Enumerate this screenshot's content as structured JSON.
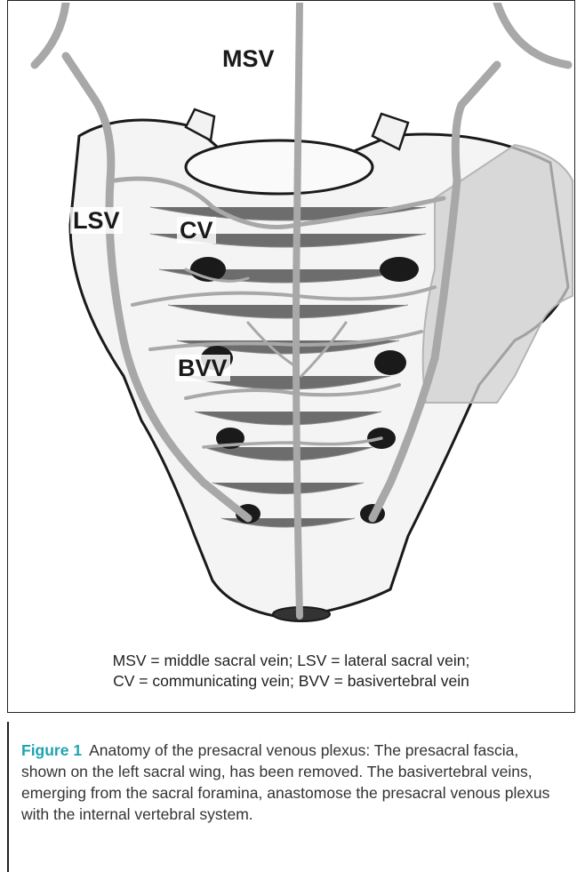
{
  "figure": {
    "labels": {
      "msv": "MSV",
      "lsv": "LSV",
      "cv": "CV",
      "bvv": "BVV"
    },
    "legend_line1": "MSV = middle sacral vein; LSV = lateral sacral vein;",
    "legend_line2": "CV = communicating vein; BVV = basivertebral vein",
    "caption_label": "Figure 1",
    "caption_text": "Anatomy of the presacral venous plexus: The presacral fascia, shown on the left sacral wing, has been removed. The basivertebral veins, emerging from the sacral foramina, anastomose the presacral venous plexus with the internal vertebral system.",
    "colors": {
      "vein": "#a8a8a8",
      "bone_outline": "#1a1a1a",
      "fascia": "#cfcfcf",
      "caption_accent": "#1fa3b2"
    }
  }
}
